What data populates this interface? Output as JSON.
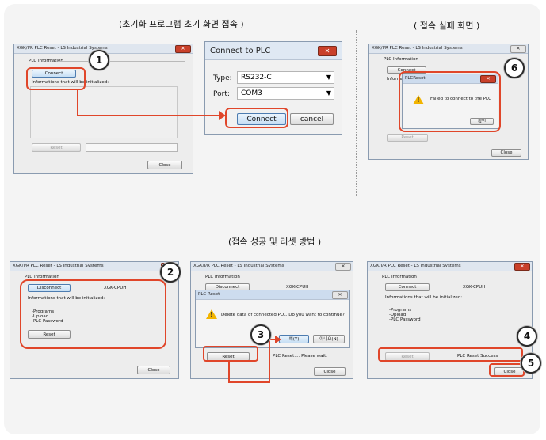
{
  "captions": {
    "top_left": "(초기화 프로그램 초기 화면 접속 )",
    "top_right": "( 접속 실패 화면 )",
    "bottom": "(접속 성공 및 리셋 방법 )"
  },
  "common": {
    "window_title": "XGK/I/R PLC Reset - LS Industrial Systems",
    "plc_information": "PLC Information",
    "informations_label": "Informations that will be initialized:",
    "reset": "Reset",
    "close": "Close",
    "connect": "Connect",
    "disconnect": "Disconnect",
    "cpu": "XGK-CPUH",
    "items": [
      "-Programs",
      "-Upload",
      "-PLC Password"
    ],
    "close_x": "✕"
  },
  "connect_dialog": {
    "title": "Connect to PLC",
    "type_label": "Type:",
    "type_value": "RS232-C",
    "port_label": "Port:",
    "port_value": "COM3",
    "connect": "Connect",
    "cancel": "cancel"
  },
  "fail_dialog": {
    "title": "PLCReset",
    "message": "Failed to connect to the PLC",
    "ok": "확인",
    "partial_label": "Informa"
  },
  "confirm_dialog": {
    "title": "PLC Reset",
    "message": "Delete data of connected PLC. Do you want to continue?",
    "yes": "예(Y)",
    "no": "아니요(N)",
    "status": "PLC Reset.... Please wait."
  },
  "success": {
    "status": "PLC Reset Success"
  },
  "badges": [
    "1",
    "2",
    "3",
    "4",
    "5",
    "6"
  ],
  "accent_color": "#e0462a"
}
